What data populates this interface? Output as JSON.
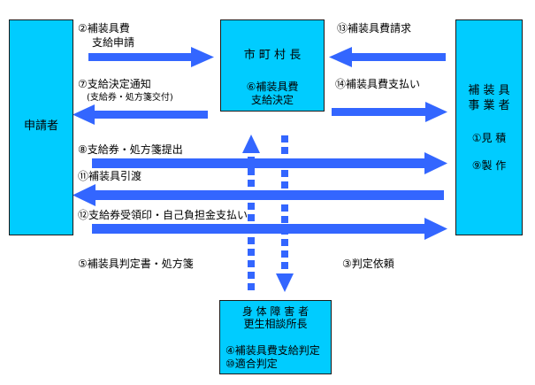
{
  "colors": {
    "box_fill": "#00ccff",
    "arrow": "#3366ff",
    "background": "#ffffff"
  },
  "nodes": {
    "applicant": {
      "label": "申請者"
    },
    "mayor": {
      "title": "市 町 村 長",
      "decision": [
        "⑥補装具費",
        "支給決定"
      ]
    },
    "vendor": {
      "title": [
        "補 装 具",
        "事 業 者"
      ],
      "step1": "①見 積",
      "step9": "⑨製 作"
    },
    "center": {
      "title": [
        "身 体 障 害 者",
        "更生相談所長"
      ],
      "step4": "④補装具費支給判定",
      "step10": "⑩適合判定"
    }
  },
  "edges": {
    "apply": [
      "②補装具費",
      "支給申請"
    ],
    "notify": "⑦支給決定通知",
    "notify_note": "(支給券・処方箋交付)",
    "bill": "⑬補装具費請求",
    "pay": "⑭補装具費支払い",
    "submit_voucher": "⑧支給券・処方箋提出",
    "deliver": "⑪補装具引渡",
    "receipt": "⑫支給券受領印・自己負担金支払い",
    "judgment_docs": "⑤補装具判定書・処方箋",
    "judgment_request": "③判定依頼"
  }
}
